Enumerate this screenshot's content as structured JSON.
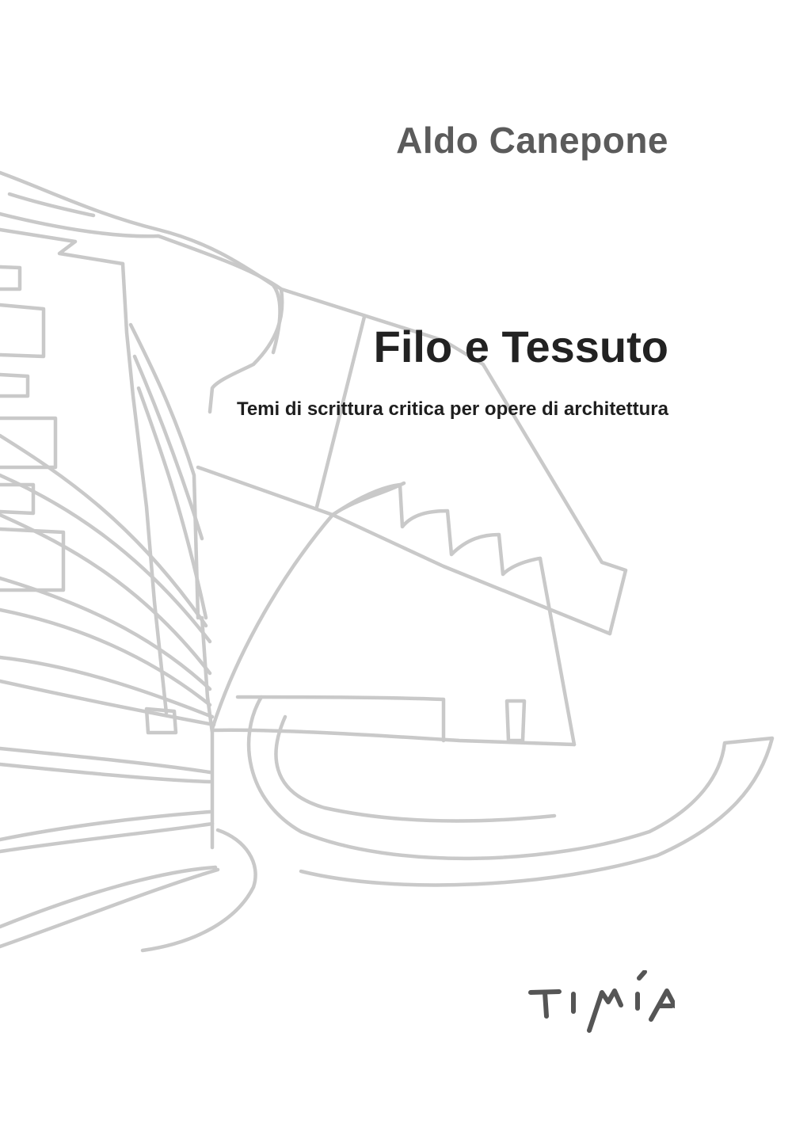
{
  "cover": {
    "author": "Aldo Canepone",
    "title": "Filo e Tessuto",
    "subtitle": "Temi di scrittura critica per opere di architettura",
    "publisher": "TIMÍA",
    "illustration": "architectural-sketch"
  },
  "colors": {
    "background": "#ffffff",
    "author_text": "#5b5b5b",
    "title_text": "#222222",
    "subtitle_text": "#1e1e1e",
    "sketch_lines": "#c9c9c9",
    "publisher_mark": "#555555"
  }
}
